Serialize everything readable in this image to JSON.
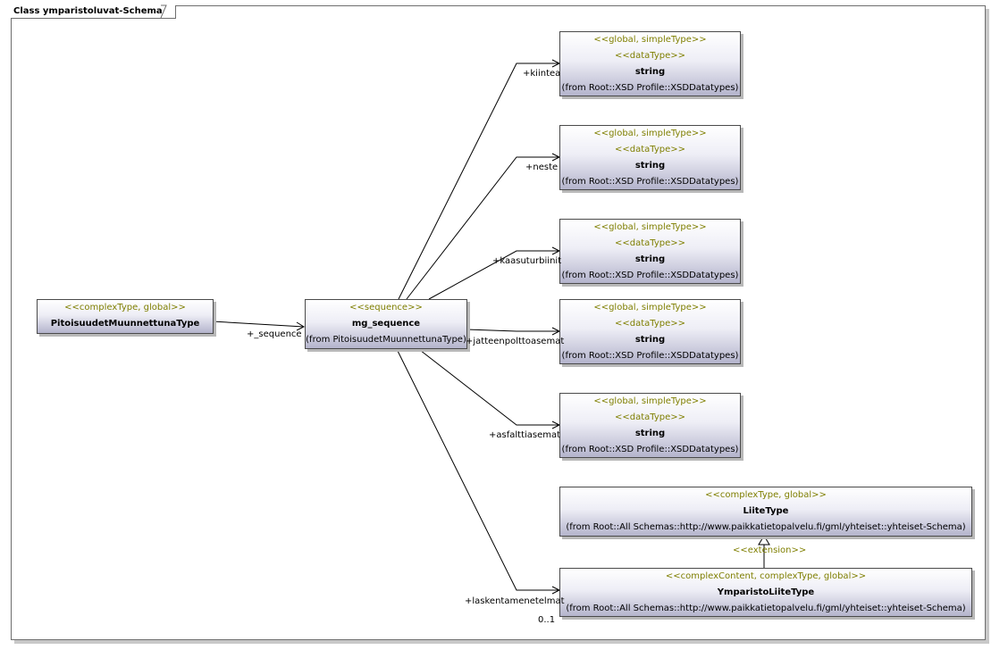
{
  "frame": {
    "title": "Class ymparistoluvat-Schema"
  },
  "classes": {
    "pitoisuudet": {
      "stereotype": "<<complexType, global>>",
      "name": "PitoisuudetMuunnettunaType"
    },
    "mg_sequence": {
      "stereotype": "<<sequence>>",
      "name": "mg_sequence",
      "from": "(from PitoisuudetMuunnettunaType)"
    },
    "string_kiintea": {
      "stereotype1": "<<global, simpleType>>",
      "stereotype2": "<<dataType>>",
      "name": "string",
      "from": "(from Root::XSD Profile::XSDDatatypes)"
    },
    "string_neste": {
      "stereotype1": "<<global, simpleType>>",
      "stereotype2": "<<dataType>>",
      "name": "string",
      "from": "(from Root::XSD Profile::XSDDatatypes)"
    },
    "string_kaasuturbiinit": {
      "stereotype1": "<<global, simpleType>>",
      "stereotype2": "<<dataType>>",
      "name": "string",
      "from": "(from Root::XSD Profile::XSDDatatypes)"
    },
    "string_jatteenpolttoasemat": {
      "stereotype1": "<<global, simpleType>>",
      "stereotype2": "<<dataType>>",
      "name": "string",
      "from": "(from Root::XSD Profile::XSDDatatypes)"
    },
    "string_asfalttiasemat": {
      "stereotype1": "<<global, simpleType>>",
      "stereotype2": "<<dataType>>",
      "name": "string",
      "from": "(from Root::XSD Profile::XSDDatatypes)"
    },
    "liitetype": {
      "stereotype": "<<complexType, global>>",
      "name": "LiiteType",
      "from": "(from Root::All Schemas::http://www.paikkatietopalvelu.fi/gml/yhteiset::yhteiset-Schema)"
    },
    "ymparistoliitetype": {
      "stereotype": "<<complexContent, complexType, global>>",
      "name": "YmparistoLiiteType",
      "from": "(from Root::All Schemas::http://www.paikkatietopalvelu.fi/gml/yhteiset::yhteiset-Schema)"
    }
  },
  "roles": {
    "sequence": "+_sequence",
    "kiintea": "+kiintea",
    "neste": "+neste",
    "kaasuturbiinit": "+kaasuturbiinit",
    "jatteenpolttoasemat": "+jatteenpolttoasemat",
    "asfalttiasemat": "+asfalttiasemat",
    "laskentamenetelmat": "+laskentamenetelmat",
    "multiplicity": "0..1"
  },
  "extension_label": "<<extension>>"
}
